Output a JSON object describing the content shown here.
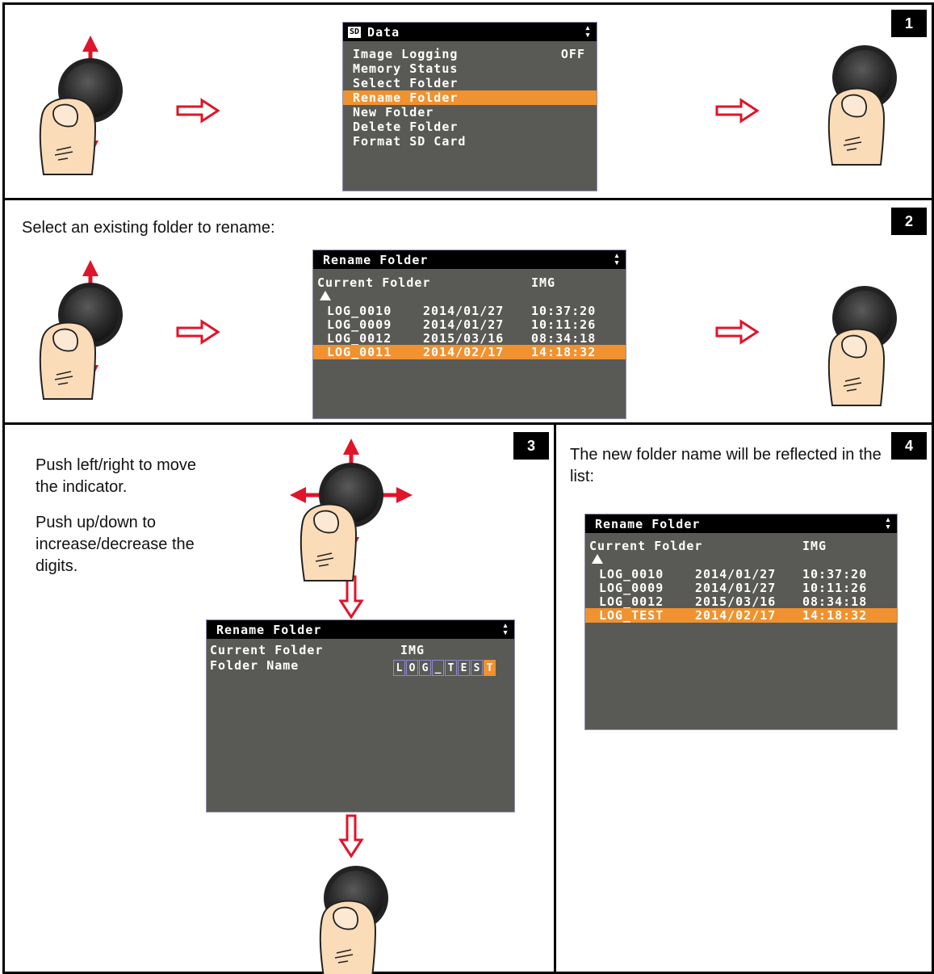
{
  "steps": {
    "s1": {
      "number": "1"
    },
    "s2": {
      "number": "2",
      "instruction": "Select an existing folder to rename:"
    },
    "s3": {
      "number": "3",
      "instruction_1": "Push left/right to move the indicator.",
      "instruction_2": "Push up/down to increase/decrease the digits."
    },
    "s4": {
      "number": "4",
      "instruction": "The new folder name will be reflected in the list:"
    }
  },
  "data_menu": {
    "badge": "SD",
    "title": "Data",
    "items": [
      {
        "label": "Image Logging",
        "value": "OFF",
        "selected": false
      },
      {
        "label": "Memory Status",
        "value": "",
        "selected": false
      },
      {
        "label": "Select Folder",
        "value": "",
        "selected": false
      },
      {
        "label": "Rename Folder",
        "value": "",
        "selected": true
      },
      {
        "label": "New Folder",
        "value": "",
        "selected": false
      },
      {
        "label": "Delete Folder",
        "value": "",
        "selected": false
      },
      {
        "label": "Format SD Card",
        "value": "",
        "selected": false
      }
    ]
  },
  "rename_list_before": {
    "title": "Rename Folder",
    "current_label": "Current Folder",
    "current_value": "IMG",
    "rows": [
      {
        "name": "LOG_0010",
        "date": "2014/01/27",
        "time": "10:37:20",
        "selected": false
      },
      {
        "name": "LOG_0009",
        "date": "2014/01/27",
        "time": "10:11:26",
        "selected": false
      },
      {
        "name": "LOG_0012",
        "date": "2015/03/16",
        "time": "08:34:18",
        "selected": false
      },
      {
        "name": "LOG_0011",
        "date": "2014/02/17",
        "time": "14:18:32",
        "selected": true
      }
    ]
  },
  "rename_edit": {
    "title": "Rename Folder",
    "current_label": "Current Folder",
    "current_value": "IMG",
    "name_label": "Folder Name",
    "chars": [
      "L",
      "O",
      "G",
      "_",
      "T",
      "E",
      "S",
      "T"
    ],
    "active_index": 7
  },
  "rename_list_after": {
    "title": "Rename Folder",
    "current_label": "Current Folder",
    "current_value": "IMG",
    "rows": [
      {
        "name": "LOG_0010",
        "date": "2014/01/27",
        "time": "10:37:20",
        "selected": false
      },
      {
        "name": "LOG_0009",
        "date": "2014/01/27",
        "time": "10:11:26",
        "selected": false
      },
      {
        "name": "LOG_0012",
        "date": "2015/03/16",
        "time": "08:34:18",
        "selected": false
      },
      {
        "name": "LOG_TEST",
        "date": "2014/02/17",
        "time": "14:18:32",
        "selected": true
      }
    ]
  },
  "colors": {
    "accent": "#f0922f",
    "arrow_red": "#e0142a",
    "lcd_bg": "#595a55",
    "skin": "#fbdcb8"
  }
}
